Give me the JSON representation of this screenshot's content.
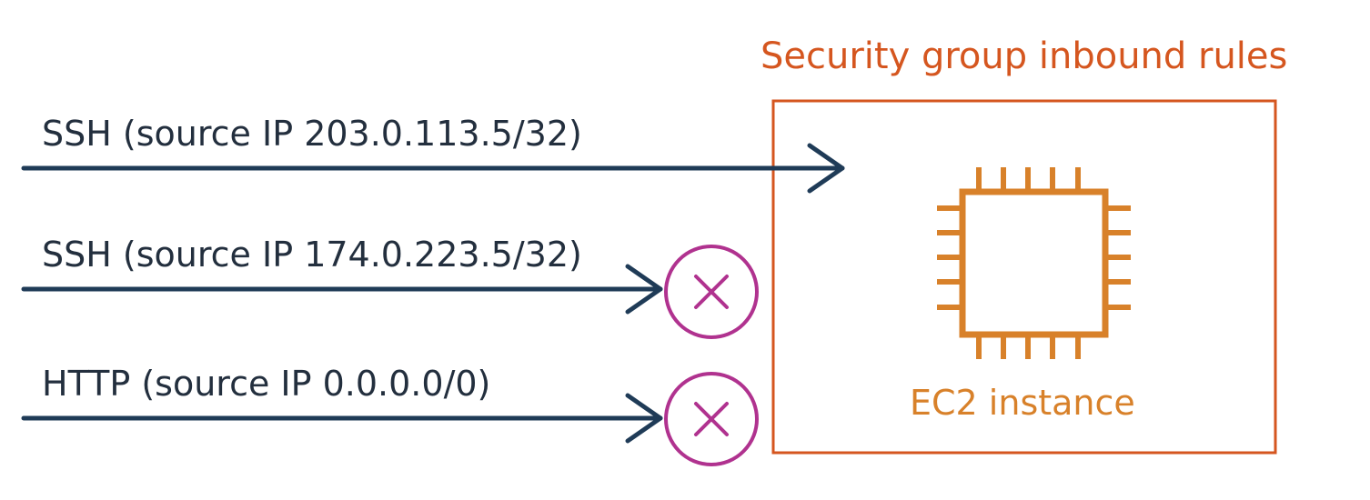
{
  "security_group": {
    "title": "Security group inbound rules"
  },
  "instance": {
    "label": "EC2 instance",
    "icon": "ec2-chip-icon"
  },
  "traffic": [
    {
      "label": "SSH (source IP 203.0.113.5/32)",
      "status": "allowed"
    },
    {
      "label": "SSH (source IP 174.0.223.5/32)",
      "status": "denied",
      "icon": "deny-x-icon"
    },
    {
      "label": "HTTP (source IP 0.0.0.0/0)",
      "status": "denied",
      "icon": "deny-x-icon"
    }
  ],
  "colors": {
    "arrow": "#1f3b57",
    "security_group": "#d5561f",
    "instance": "#d8812a",
    "deny": "#b0328f"
  }
}
